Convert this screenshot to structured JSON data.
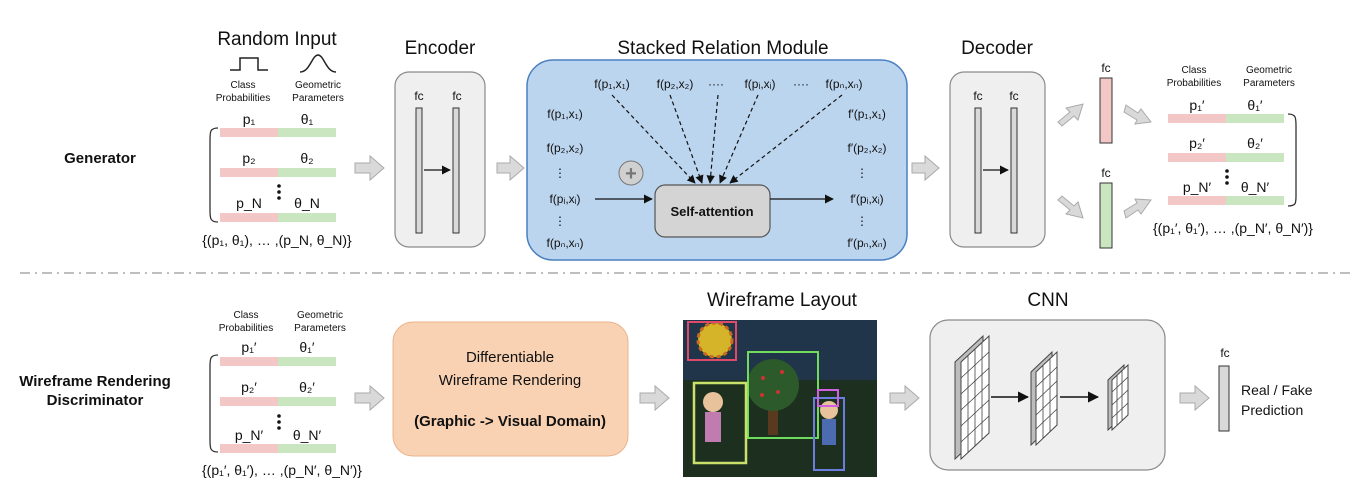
{
  "generator": {
    "row_label": "Generator",
    "random_input": {
      "title": "Random Input",
      "col_class": [
        "Class",
        "Probabilities"
      ],
      "col_geo": [
        "Geometric",
        "Parameters"
      ],
      "rows": [
        {
          "p": "p₁",
          "theta": "θ₁"
        },
        {
          "p": "p₂",
          "theta": "θ₂"
        },
        {
          "p": "p_N",
          "theta": "θ_N"
        }
      ],
      "set_label": "{(p₁, θ₁), … ,(p_N, θ_N)}"
    },
    "encoder": {
      "title": "Encoder",
      "fc1": "fc",
      "fc2": "fc"
    },
    "relation_module": {
      "title": "Stacked Relation Module",
      "top_inputs": [
        "f(p₁,x₁)",
        "f(p₂,x₂)",
        "····",
        "f(pᵢ,xᵢ)",
        "····",
        "f(pₙ,xₙ)"
      ],
      "left_inputs": [
        "f(p₁,x₁)",
        "f(p₂,x₂)",
        "⋮",
        "f(pᵢ,xᵢ)",
        "⋮",
        "f(pₙ,xₙ)"
      ],
      "right_outputs": [
        "f′(p₁,x₁)",
        "f′(p₂,x₂)",
        "⋮",
        "f′(pᵢ,xᵢ)",
        "⋮",
        "f′(pₙ,xₙ)"
      ],
      "self_attention": "Self-attention",
      "plus": "+"
    },
    "decoder": {
      "title": "Decoder",
      "fc1": "fc",
      "fc2": "fc"
    },
    "heads": {
      "fc_top": "fc",
      "fc_bottom": "fc",
      "color_class": "#f4c7c7",
      "color_geo": "#c9e6c0"
    },
    "output": {
      "col_class": [
        "Class",
        "Probabilities"
      ],
      "col_geo": [
        "Geometric",
        "Parameters"
      ],
      "rows": [
        {
          "p": "p₁′",
          "theta": "θ₁′"
        },
        {
          "p": "p₂′",
          "theta": "θ₂′"
        },
        {
          "p": "p_N′",
          "theta": "θ_N′"
        }
      ],
      "set_label": "{(p₁′, θ₁′), … ,(p_N′, θ_N′)}"
    }
  },
  "discriminator": {
    "row_label": [
      "Wireframe Rendering",
      "Discriminator"
    ],
    "input": {
      "col_class": [
        "Class",
        "Probabilities"
      ],
      "col_geo": [
        "Geometric",
        "Parameters"
      ],
      "rows": [
        {
          "p": "p₁′",
          "theta": "θ₁′"
        },
        {
          "p": "p₂′",
          "theta": "θ₂′"
        },
        {
          "p": "p_N′",
          "theta": "θ_N′"
        }
      ],
      "set_label": "{(p₁′, θ₁′), … ,(p_N′, θ_N′)}"
    },
    "rendering_box": {
      "line1": "Differentiable",
      "line2": "Wireframe Rendering",
      "line3_open": "(",
      "line3_bold": "Graphic -> Visual Domain",
      "line3_close": ")",
      "color": "#f9d2b3"
    },
    "wireframe": {
      "title": "Wireframe Layout"
    },
    "cnn": {
      "title": "CNN"
    },
    "fc": "fc",
    "prediction": [
      "Real / Fake",
      "Prediction"
    ]
  },
  "colors": {
    "relation_bg": "#bcd5ee",
    "relation_border": "#4a7fc1",
    "panel_bg": "#efefef",
    "panel_border": "#8a8a8a",
    "arrow_fill": "#d9d9d9",
    "pink": "#f4c7c7",
    "green": "#c9e6c0"
  }
}
